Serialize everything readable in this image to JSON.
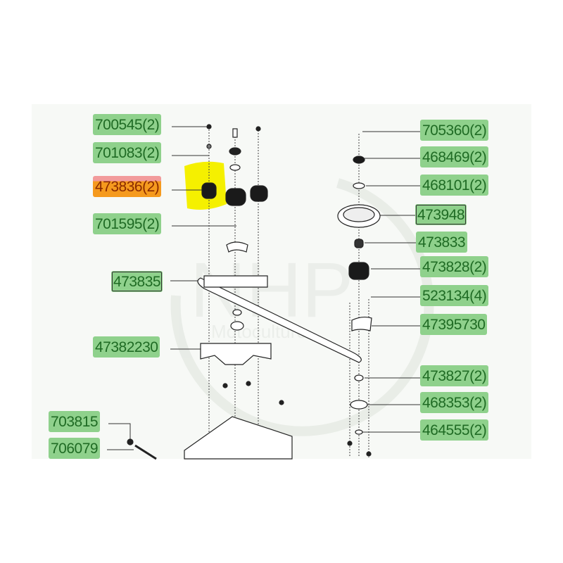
{
  "diagram": {
    "watermark": "NHP Motoculture",
    "highlight_color": "#f5f000",
    "label_color": "#8fd18c",
    "selected_label_color": "#f59a1e",
    "labels_left": [
      {
        "id": "700545",
        "text": "700545(2)"
      },
      {
        "id": "701083",
        "text": "701083(2)"
      },
      {
        "id": "473836",
        "text": "473836(2)",
        "selected": true
      },
      {
        "id": "701595",
        "text": "701595(2)"
      },
      {
        "id": "473835",
        "text": "473835"
      },
      {
        "id": "47382230",
        "text": "47382230"
      },
      {
        "id": "703815",
        "text": "703815"
      },
      {
        "id": "706079",
        "text": "706079"
      }
    ],
    "labels_right": [
      {
        "id": "705360",
        "text": "705360(2)"
      },
      {
        "id": "468469",
        "text": "468469(2)"
      },
      {
        "id": "468101",
        "text": "468101(2)"
      },
      {
        "id": "473948",
        "text": "473948"
      },
      {
        "id": "473833",
        "text": "473833"
      },
      {
        "id": "473828",
        "text": "473828(2)"
      },
      {
        "id": "523134",
        "text": "523134(4)"
      },
      {
        "id": "47395730",
        "text": "47395730"
      },
      {
        "id": "473827",
        "text": "473827(2)"
      },
      {
        "id": "468353",
        "text": "468353(2)"
      },
      {
        "id": "464555",
        "text": "464555(2)"
      }
    ]
  }
}
